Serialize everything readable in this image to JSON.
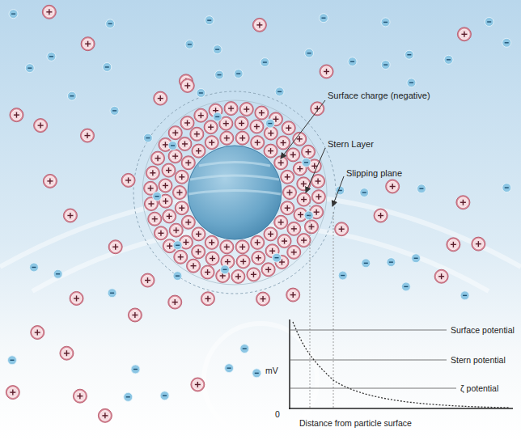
{
  "diagram": {
    "labels": [
      "Surface charge (negative)",
      "Stern Layer",
      "Slipping plane",
      "Surface potential",
      "Stern potential",
      "ζ potential",
      "mV",
      "0",
      "Distance from particle surface"
    ]
  }
}
